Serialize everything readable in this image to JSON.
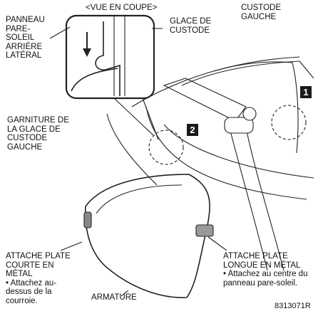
{
  "labels": {
    "cross_section": "<VUE EN COUPE>",
    "visor_panel": "PANNEAU\nPARE-\nSOLEIL\nARRIÈRE\nLATÉRAL",
    "quarter_glass": "GLACE DE\nCUSTODE",
    "quarter_left": "CUSTODE\nGAUCHE",
    "garnish": "GARNITURE DE\nLA GLACE DE\nCUSTODE\nGAUCHE",
    "short_clip": "ATTACHE PLATE\nCOURTE EN\nMÉTAL\n• Attachez au-\ndessus de la\ncourroie.",
    "frame": "ARMATURE",
    "long_clip": "ATTACHE PLATE\nLONGUE EN MÉTAL\n• Attachez au centre du\npanneau pare-soleil.",
    "reference": "8313071R"
  },
  "markers": {
    "one": "1",
    "two": "2"
  }
}
